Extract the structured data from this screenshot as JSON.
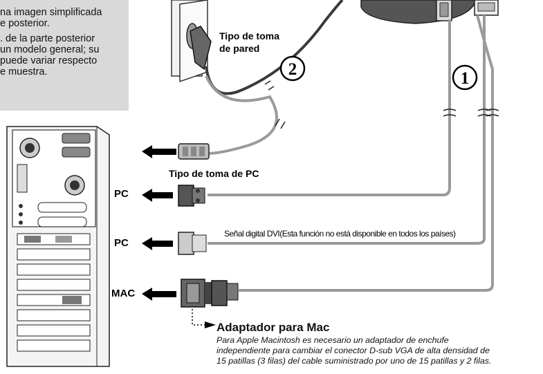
{
  "note": {
    "lines": [
      "na imagen simplificada",
      "e posterior.",
      ". de la parte posterior",
      "un modelo general; su",
      "puede variar respecto",
      "e muestra."
    ]
  },
  "labels": {
    "wall_outlet": [
      "Tipo de toma",
      "de pared"
    ],
    "pc_outlet": "Tipo de toma de PC",
    "pc1": "PC",
    "pc2": "PC",
    "mac": "MAC",
    "dvi": "Señal digital DVI(Esta función no está disponible en todos los países)",
    "step1": "1",
    "step2": "2"
  },
  "mac_adapter": {
    "title": "Adaptador para Mac",
    "description": [
      "Para Apple Macintosh es necesario un adaptador de enchufe",
      "independiente para cambiar el conector D-sub VGA de alta densidad de",
      "15 patillas (3 filas) del cable suministrado por uno de 15 patillas y 2 filas."
    ]
  },
  "colors": {
    "cable_dark": "#3a3a3a",
    "cable_gray": "#9a9a9a",
    "note_bg": "#d9d9d9",
    "stand": "#555555"
  }
}
